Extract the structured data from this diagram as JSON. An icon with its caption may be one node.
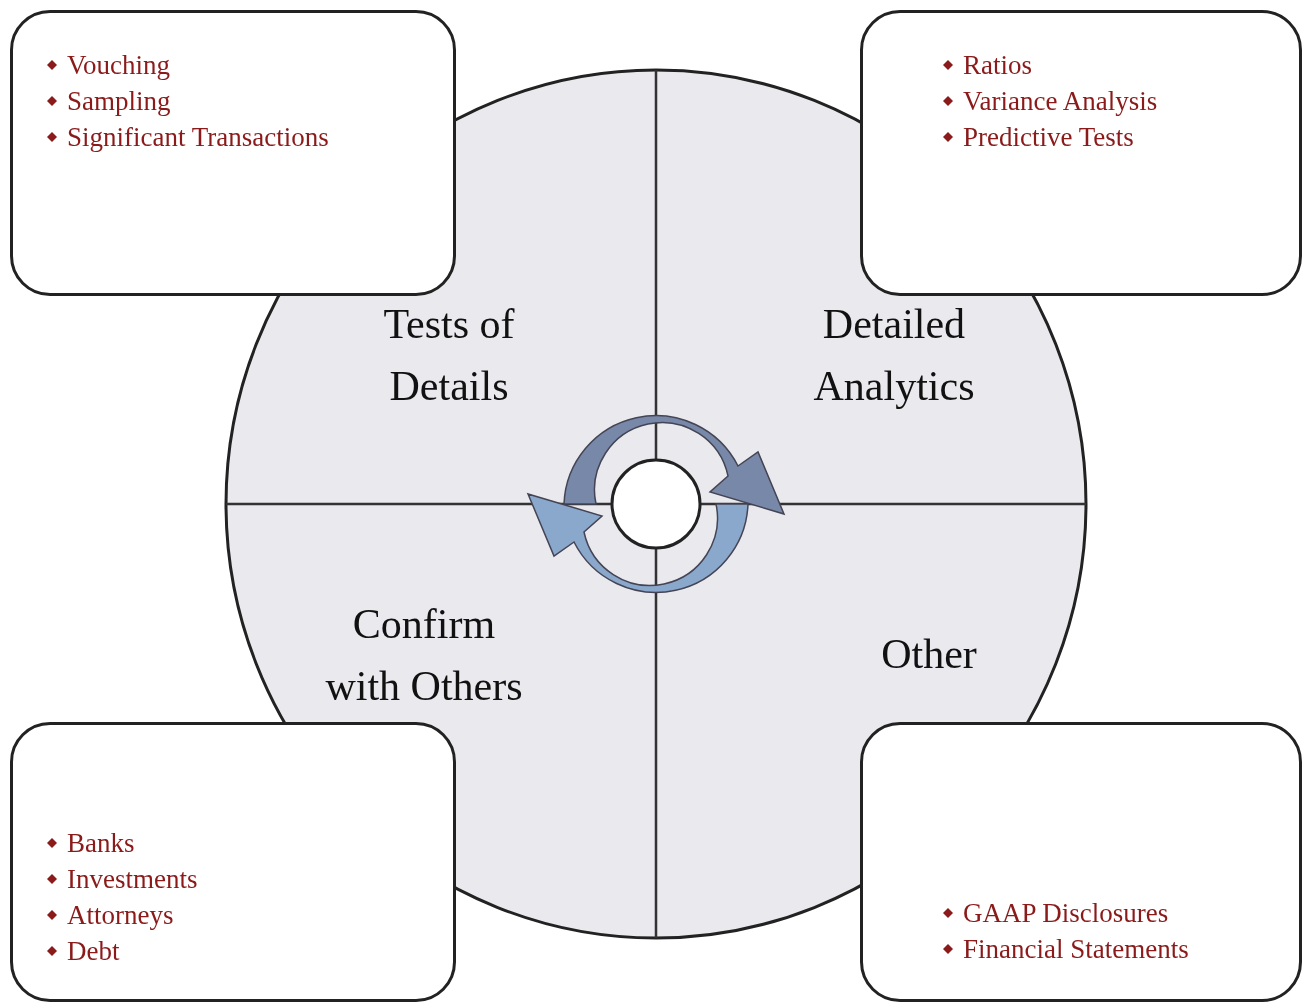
{
  "diagram": {
    "nodes": [
      {
        "text": [
          "Vouching",
          "Sampling",
          "Significant Transactions"
        ]
      },
      {
        "text": [
          "Ratios",
          "Variance Analysis",
          "Predictive Tests"
        ]
      },
      {
        "text": [],
        "shape": "circle"
      },
      {
        "text": [
          "Tests of Details"
        ],
        "in": 2
      },
      {
        "text": [
          "Detailed Analytics"
        ],
        "in": 2
      },
      {
        "text": [
          "Confirm with Others"
        ],
        "in": 2
      },
      {
        "text": [
          "Other"
        ],
        "in": 2
      },
      {
        "text": [
          "Banks",
          "Investments",
          "Attorneys",
          "Debt"
        ]
      },
      {
        "text": [
          "GAAP Disclosures",
          "Financial Statements"
        ]
      }
    ]
  }
}
